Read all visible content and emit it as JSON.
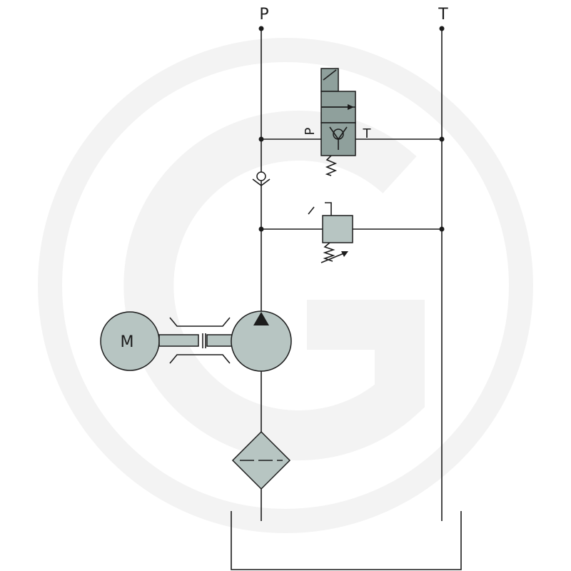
{
  "labels": {
    "port_p": "P",
    "port_t": "T",
    "valve_p": "P",
    "valve_t": "T",
    "motor": "M"
  },
  "colors": {
    "line": "#1c1c1c",
    "component_fill": "#b7c5c2",
    "component_dark": "#8fa09c",
    "watermark": "#f2f2f2"
  }
}
